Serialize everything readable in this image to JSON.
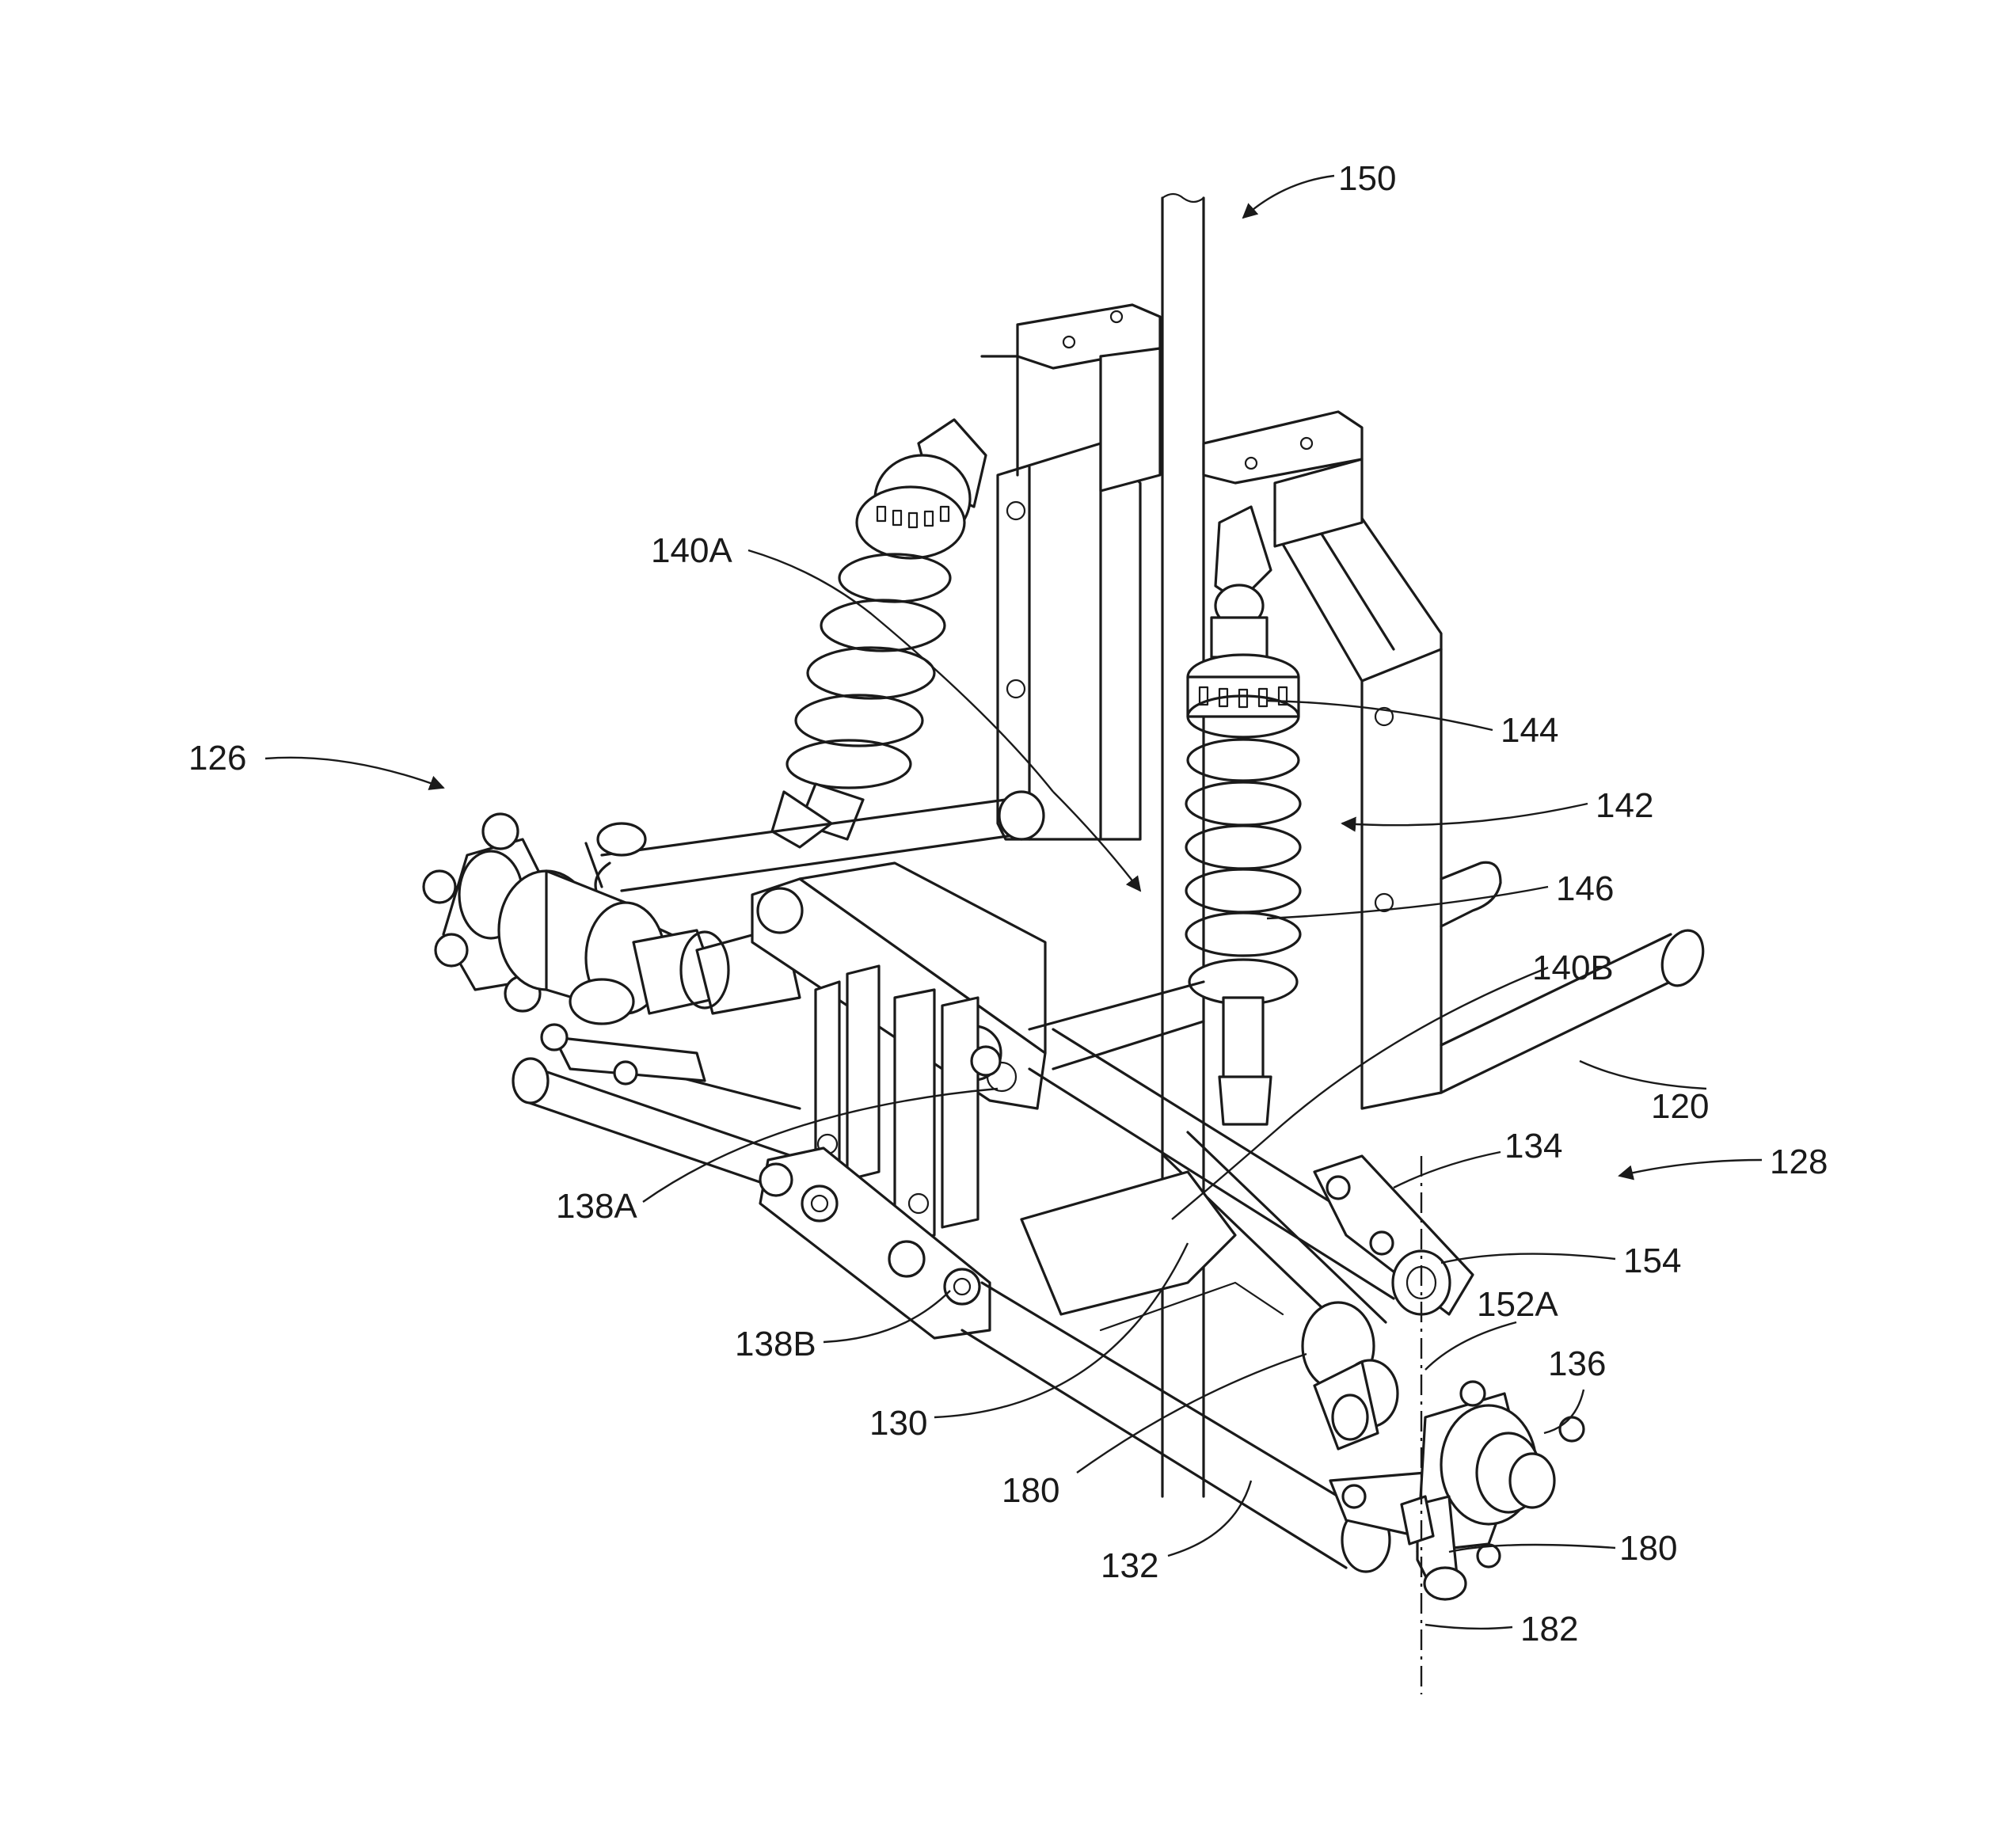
{
  "figure": {
    "reference_labels": {
      "r150": "150",
      "r140A": "140A",
      "r126": "126",
      "r144": "144",
      "r142": "142",
      "r146": "146",
      "r140B": "140B",
      "r120": "120",
      "r134": "134",
      "r128": "128",
      "r154": "154",
      "r138A": "138A",
      "r152A": "152A",
      "r138B": "138B",
      "r136": "136",
      "r130": "130",
      "r180a": "180",
      "r180b": "180",
      "r132": "132",
      "r182": "182"
    }
  }
}
